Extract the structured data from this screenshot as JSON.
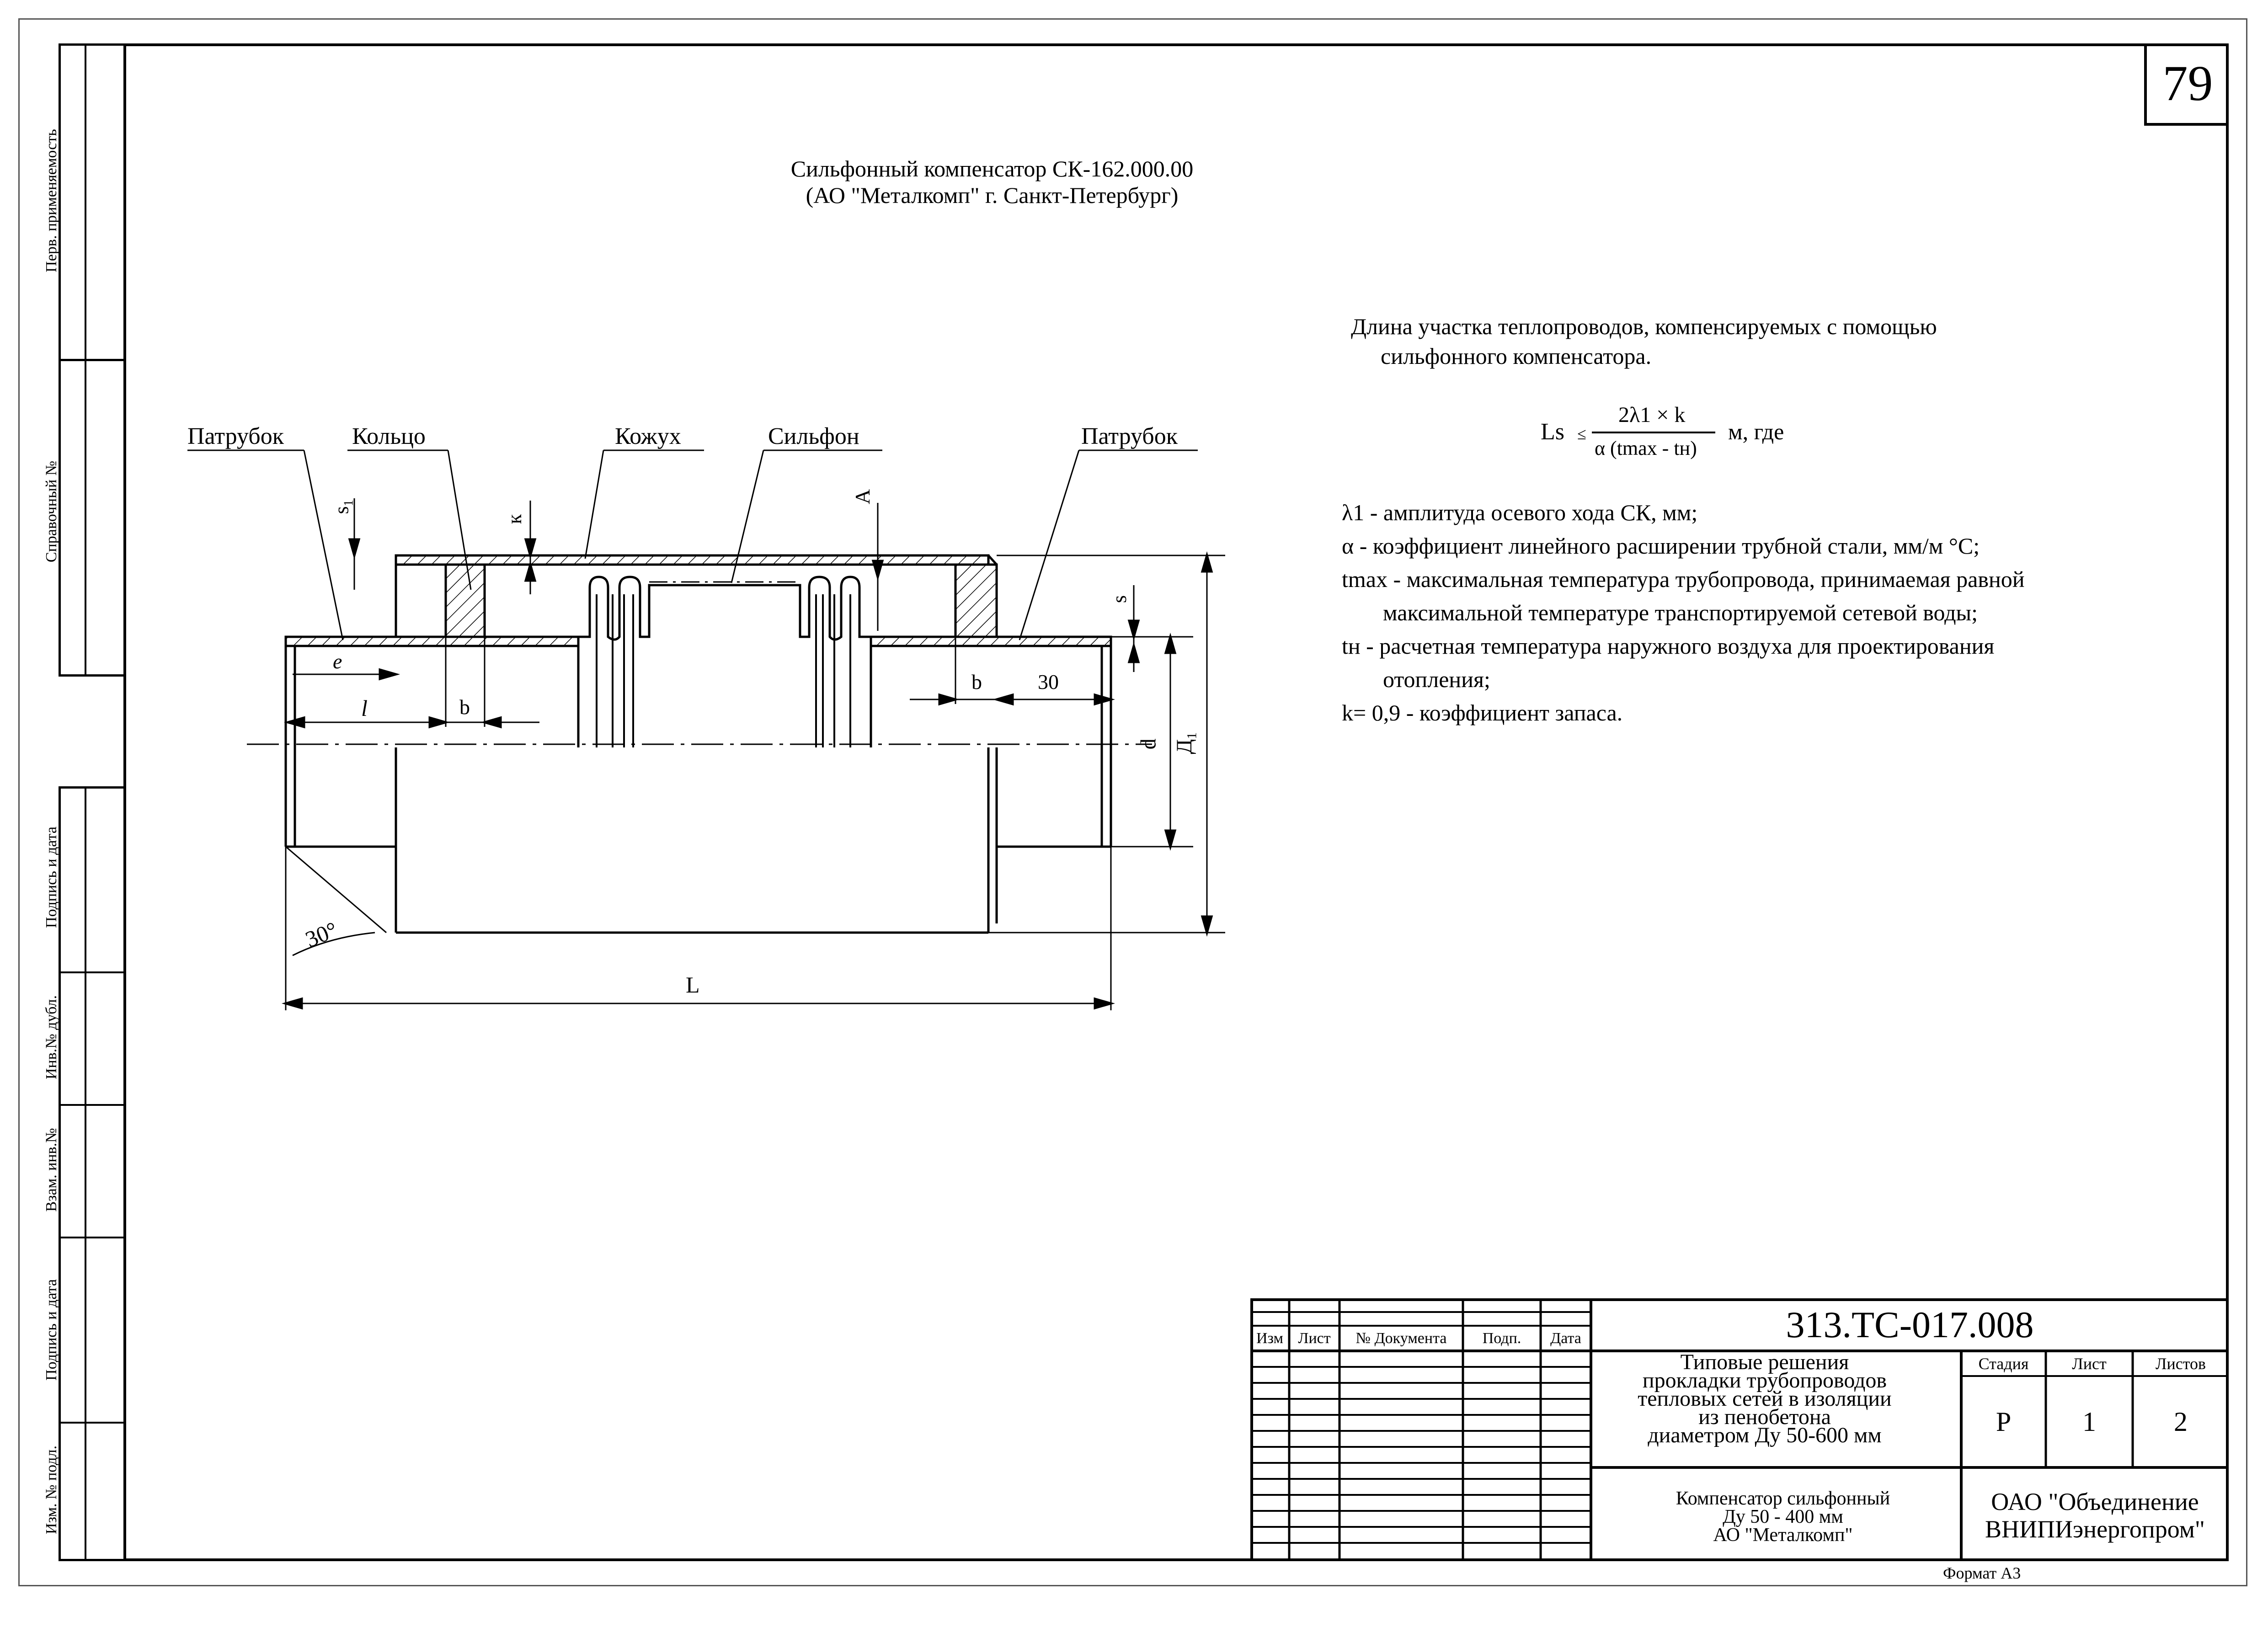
{
  "page_number": "79",
  "title": {
    "line1": "Сильфонный компенсатор СК-162.000.00",
    "line2": "(АО  \"Металкомп\" г. Санкт-Петербург)"
  },
  "side_stamp": {
    "perv_primenyaemost": "Перв. применяемость",
    "spravochny_no": "Справочный  №",
    "podpis_i_data_1": "Подпись и дата",
    "inv_no_dubl": "Инв.№ дубл.",
    "vzam_inv_no": "Взам. инв.№",
    "podpis_i_data_2": "Подпись и дата",
    "izm_no_podl": "Изм. № подл."
  },
  "drawing": {
    "callouts": {
      "patrubok_left": "Патрубок",
      "koltso": "Кольцо",
      "kozhukh": "Кожух",
      "silfon": "Сильфон",
      "patrubok_right": "Патрубок"
    },
    "dims": {
      "s1": "s",
      "s1_sub": "1",
      "k": "к",
      "A": "A",
      "s": "s",
      "e": "e",
      "l": "l",
      "b_left": "b",
      "b_right": "b",
      "thirty": "30",
      "d": "d",
      "D1": "Д",
      "D1_sub": "1",
      "angle": "30°",
      "L": "L"
    }
  },
  "formula_block": {
    "intro_line1": "Длина участка теплопроводов, компенсируемых с помощью",
    "intro_line2": "сильфонного компенсатора.",
    "lhs": "Ls",
    "le": "≤",
    "numerator": "2λ1 × k",
    "denominator": "α (tmax - tн)",
    "suffix": "м, где",
    "definitions": [
      "λ1 - амплитуда осевого хода СК, мм;",
      "α - коэффициент линейного расширении трубной стали, мм/м °С;",
      "tmax - максимальная температура трубопровода, принимаемая равной",
      "максимальной температуре транспортируемой сетевой воды;",
      "tн - расчетная температура наружного воздуха для проектирования",
      "отопления;",
      "k= 0,9 - коэффициент запаса."
    ]
  },
  "title_block": {
    "doc_code": "313.ТС-017.008",
    "headers": {
      "izm": "Изм",
      "list": "Лист",
      "no_doc": "№ Документа",
      "podp": "Подп.",
      "data": "Дата"
    },
    "project_title": [
      "Типовые решения",
      "прокладки трубопроводов",
      "тепловых сетей в изоляции",
      "из пенобетона",
      "диаметром Ду 50-600 мм"
    ],
    "sheet_title": [
      "Компенсатор сильфонный",
      "Ду 50 - 400 мм",
      "АО \"Металкомп\""
    ],
    "stage_header": "Стадия",
    "sheet_header": "Лист",
    "sheets_header": "Листов",
    "stage": "Р",
    "sheet": "1",
    "sheets": "2",
    "org_line1": "ОАО \"Объединение",
    "org_line2": "ВНИПИэнергопром\""
  },
  "format": "Формат А3"
}
